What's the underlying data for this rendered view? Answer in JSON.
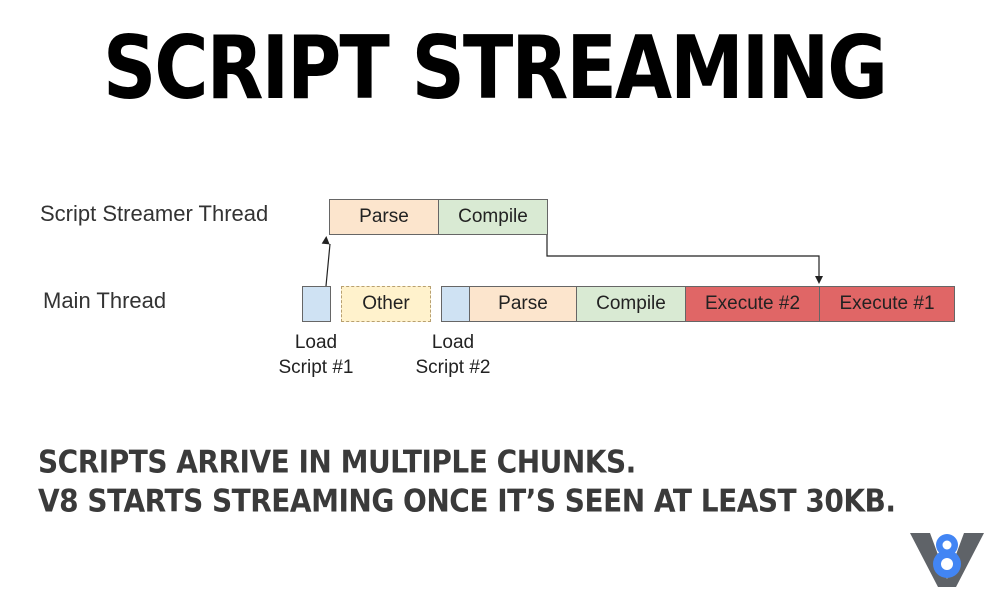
{
  "title": "SCRIPT STREAMING",
  "rows": {
    "streamer": "Script Streamer Thread",
    "main": "Main Thread"
  },
  "streamer_boxes": {
    "parse": "Parse",
    "compile": "Compile"
  },
  "main_boxes": {
    "other": "Other",
    "parse": "Parse",
    "compile": "Compile",
    "execute2": "Execute #2",
    "execute1": "Execute #1"
  },
  "load_labels": {
    "script1_line1": "Load",
    "script1_line2": "Script #1",
    "script2_line1": "Load",
    "script2_line2": "Script #2"
  },
  "footer": {
    "line1": "SCRIPTS ARRIVE IN MULTIPLE CHUNKS.",
    "line2": "V8 STARTS STREAMING ONCE IT’S SEEN AT LEAST 30KB."
  },
  "colors": {
    "load": "#cfe2f3",
    "parse": "#fce5cd",
    "compile": "#d9ead3",
    "execute": "#e06666",
    "other": "#fff2cc",
    "logo": "#4285f4"
  },
  "logo_icon": "v8-logo-icon"
}
